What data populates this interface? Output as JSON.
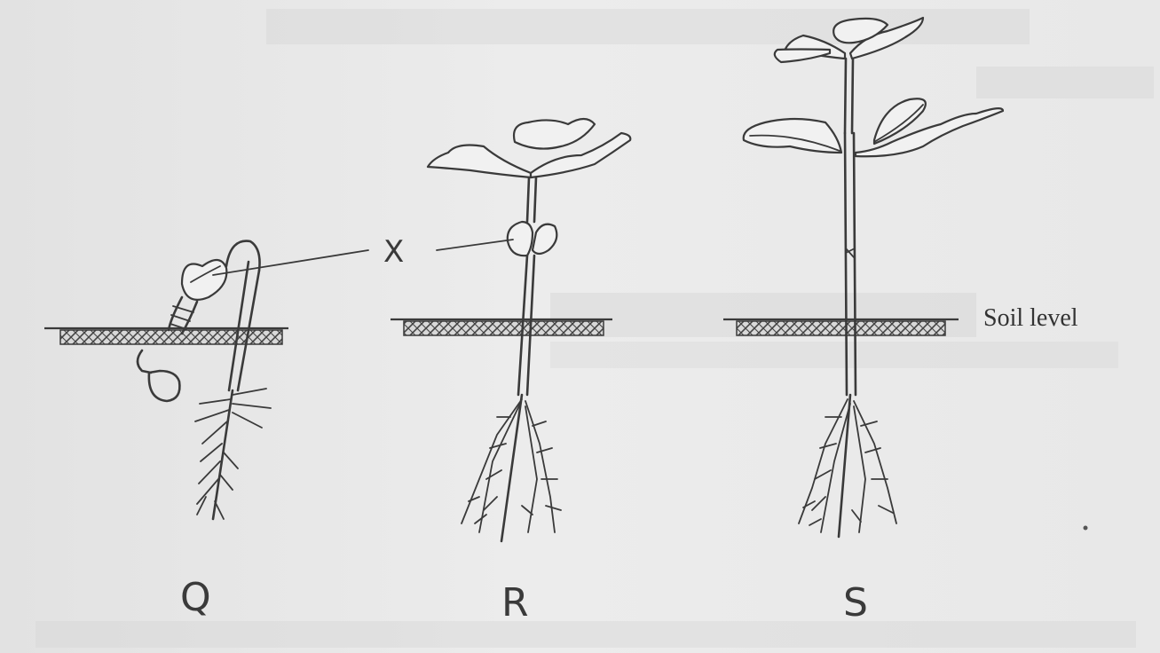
{
  "labels": {
    "stage_q": "Q",
    "stage_r": "R",
    "stage_s": "S",
    "part_x": "X",
    "soil_level": "Soil level"
  },
  "colors": {
    "ink": "#3a3a3a",
    "paper": "#e6e6e6"
  }
}
